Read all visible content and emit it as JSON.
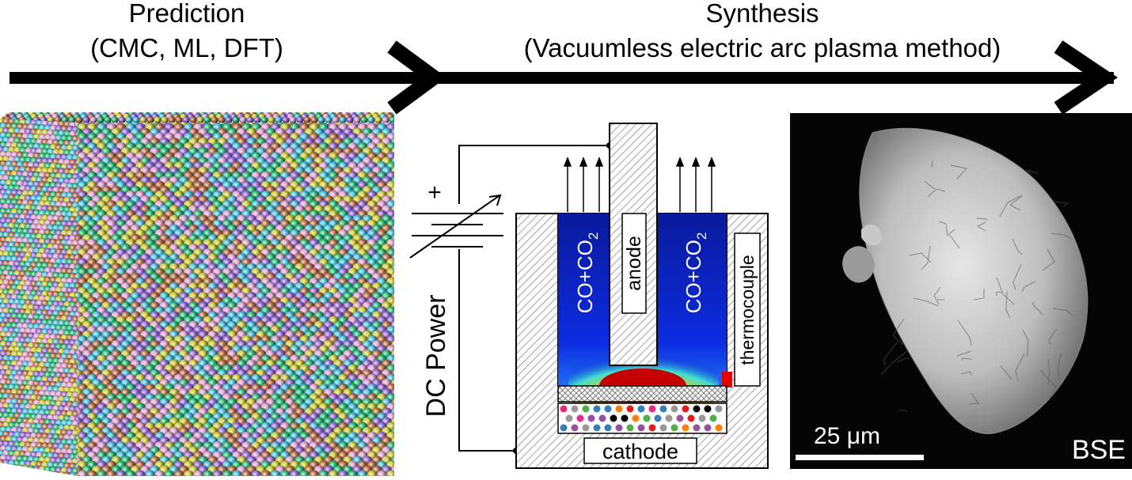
{
  "header": {
    "prediction_title": "Prediction",
    "prediction_methods": "(CMC, ML, DFT)",
    "synthesis_title": "Synthesis",
    "synthesis_method": "(Vacuumless electric arc plasma method)"
  },
  "apparatus": {
    "power_sign": "+",
    "power_label": "DC Power",
    "gas_left": "CO+CO",
    "gas_right": "CO+CO",
    "gas_subscript": "2",
    "anode_label": "anode",
    "cathode_label": "cathode",
    "thermocouple_label": "thermocouple"
  },
  "micrograph": {
    "scale_value": "25",
    "scale_unit": "μm",
    "detector_label": "BSE"
  },
  "colors": {
    "atoms": [
      "#2ec27e",
      "#9b6fe0",
      "#c0744a",
      "#d7d23c",
      "#4cc7e6",
      "#e7a7d9"
    ],
    "plasma": "#0a1fd0",
    "micrograph_bg": "#050505",
    "powder": [
      "#000000",
      "#e41a1c",
      "#377eb8",
      "#4daf4a",
      "#ff7f00",
      "#984ea3",
      "#e7298a",
      "#999999"
    ]
  }
}
